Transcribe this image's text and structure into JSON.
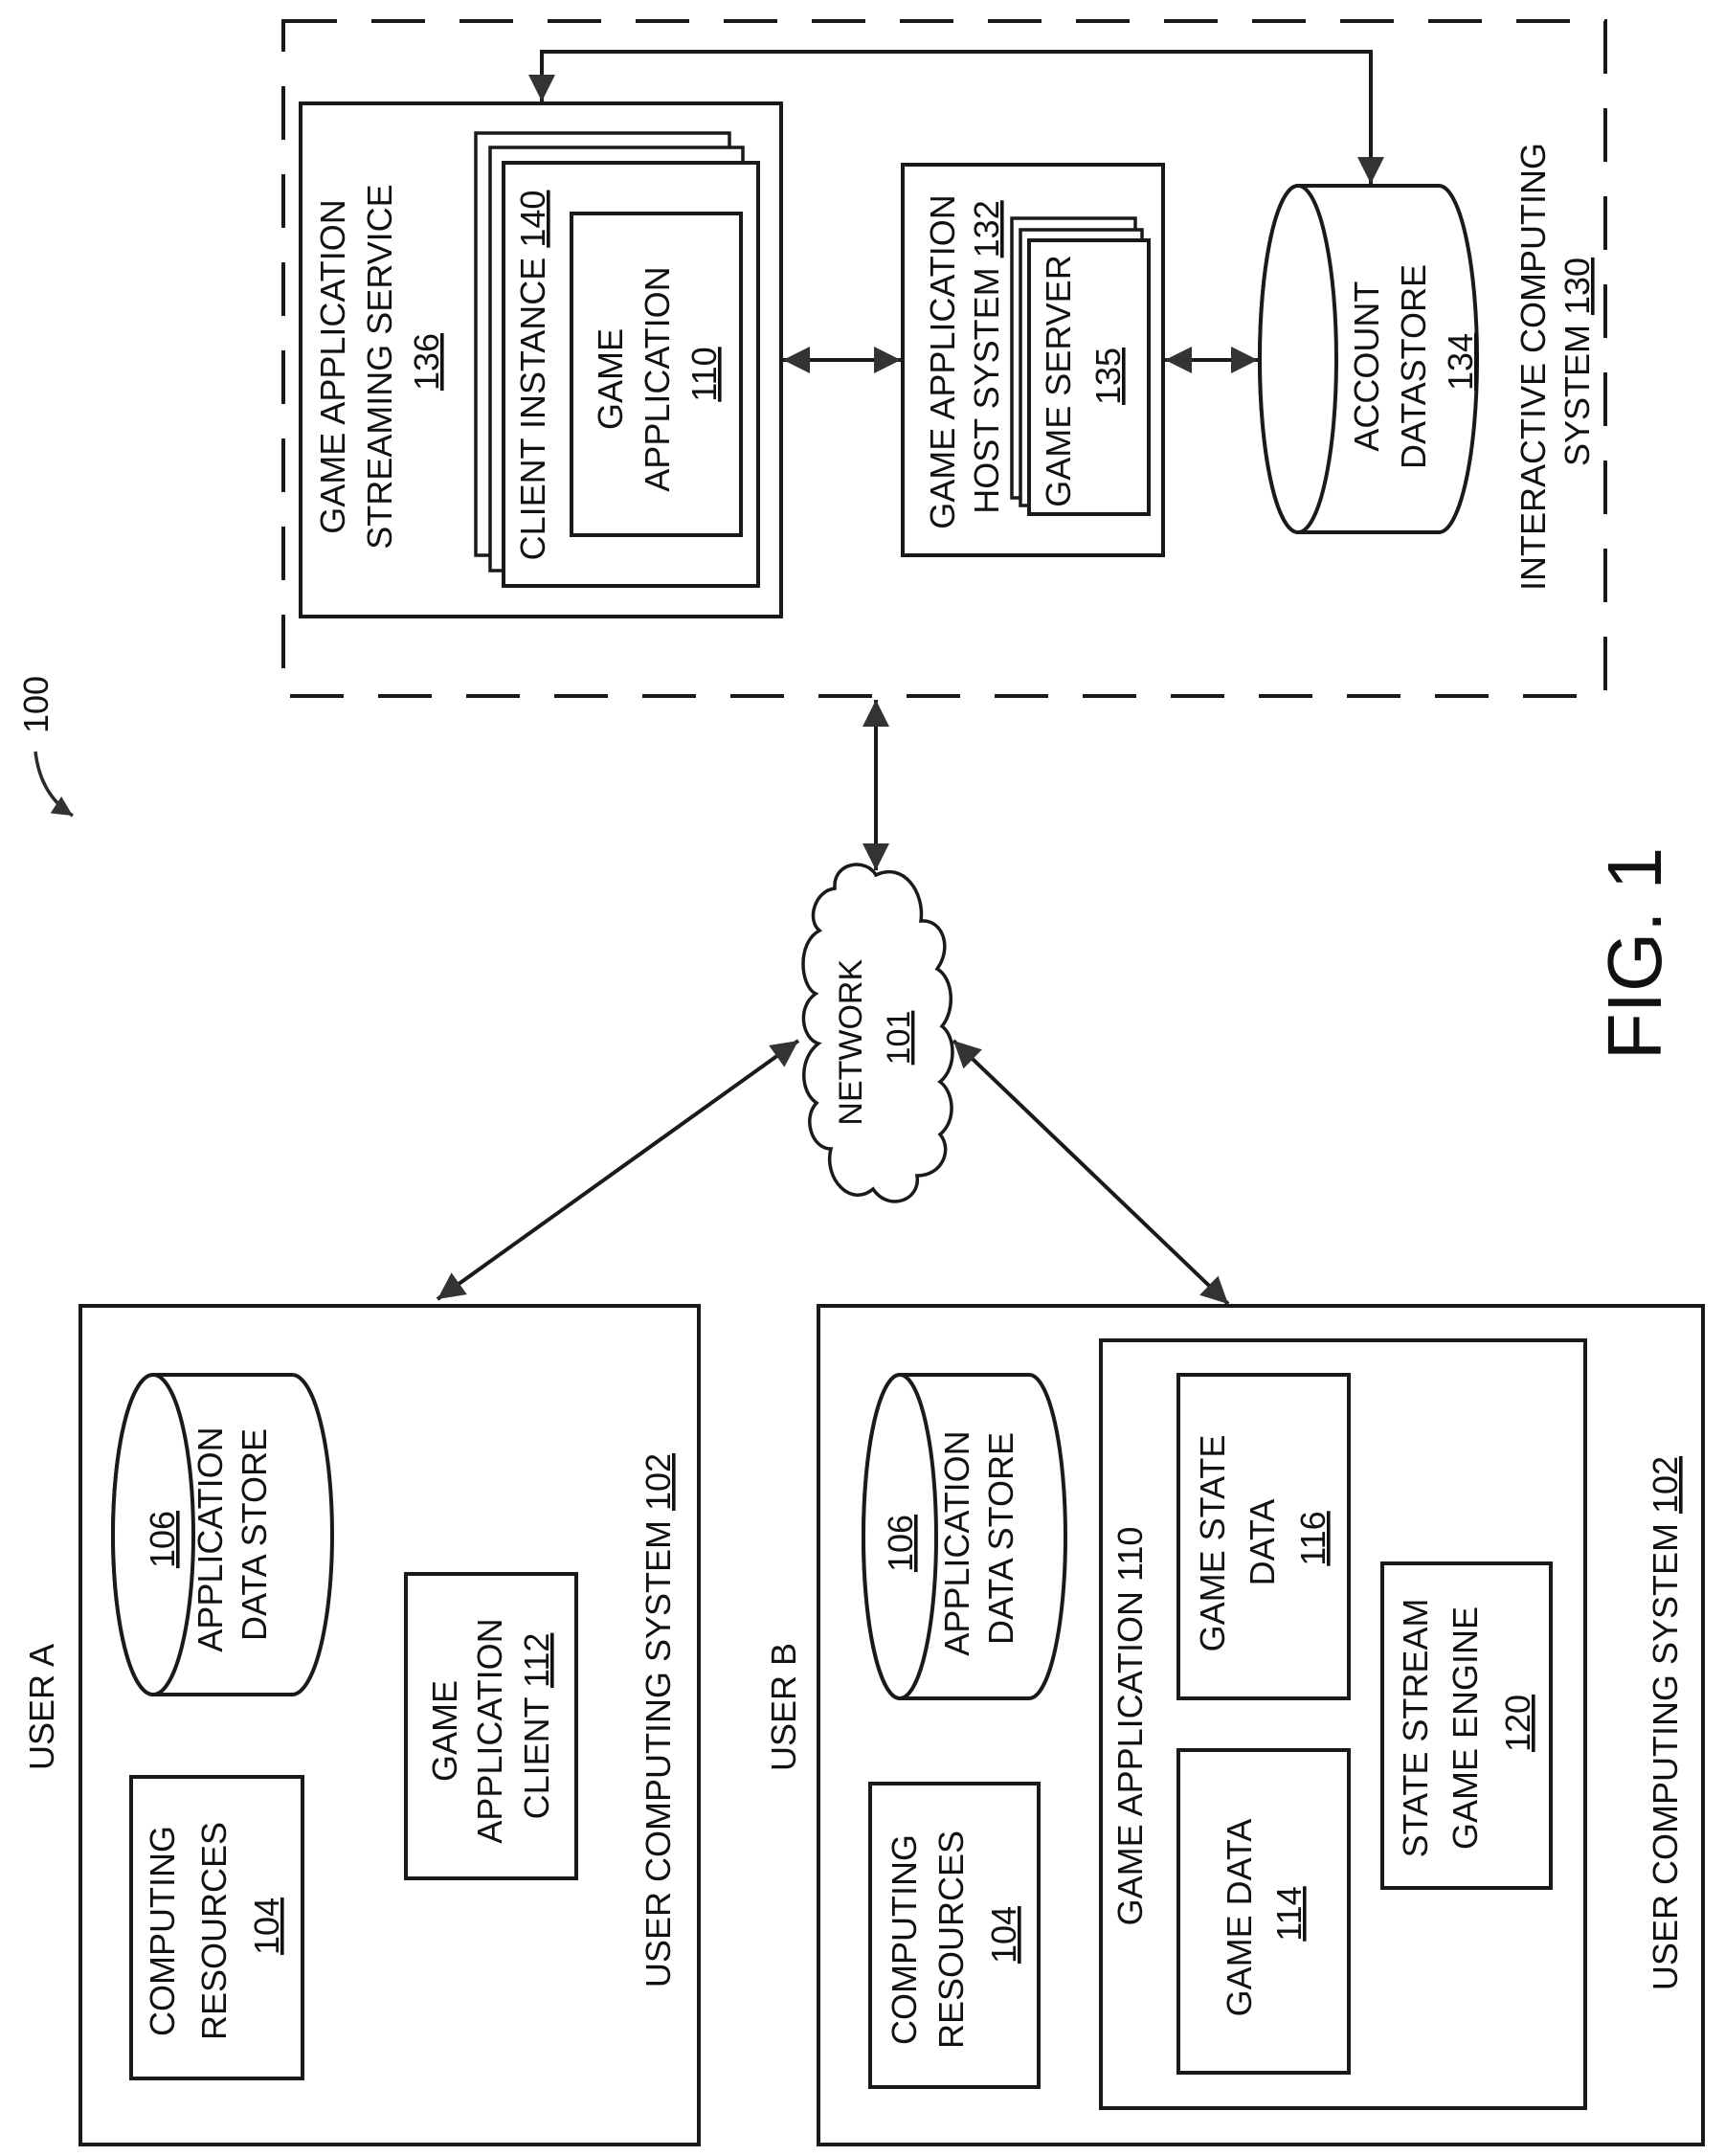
{
  "figure": {
    "reference": "100",
    "caption": "FIG. 1"
  },
  "interactive_computing_system": {
    "label_line1": "INTERACTIVE COMPUTING",
    "label_line2_text": "SYSTEM ",
    "label_line2_num": "130"
  },
  "streaming_service": {
    "line1": "GAME APPLICATION",
    "line2": "STREAMING SERVICE",
    "num": "136"
  },
  "client_instance": {
    "text": "CLIENT INSTANCE ",
    "num": "140",
    "game_application": {
      "line1": "GAME",
      "line2": "APPLICATION",
      "num": "110"
    }
  },
  "host_system": {
    "line1": "GAME APPLICATION",
    "line2_text": "HOST SYSTEM ",
    "line2_num": "132"
  },
  "game_server": {
    "line1": "GAME SERVER",
    "num": "135"
  },
  "account_datastore": {
    "line1": "ACCOUNT",
    "line2": "DATASTORE",
    "num": "134"
  },
  "network": {
    "line1": "NETWORK",
    "num": "101"
  },
  "user_a": {
    "label": "USER A",
    "system_text": "USER COMPUTING SYSTEM ",
    "system_num": "102",
    "data_store": {
      "num": "106",
      "line1": "APPLICATION",
      "line2": "DATA STORE"
    },
    "computing_resources": {
      "line1": "COMPUTING",
      "line2": "RESOURCES",
      "num": "104"
    },
    "game_client": {
      "line1": "GAME",
      "line2": "APPLICATION",
      "line3_text": "CLIENT ",
      "line3_num": "112"
    }
  },
  "user_b": {
    "label": "USER B",
    "system_text": "USER COMPUTING SYSTEM ",
    "system_num": "102",
    "data_store": {
      "num": "106",
      "line1": "APPLICATION",
      "line2": "DATA STORE"
    },
    "computing_resources": {
      "line1": "COMPUTING",
      "line2": "RESOURCES",
      "num": "104"
    },
    "game_application": {
      "label": "GAME APPLICATION 110",
      "game_state_data": {
        "line1": "GAME STATE",
        "line2": "DATA",
        "num": "116"
      },
      "game_data": {
        "line1": "GAME DATA",
        "num": "114"
      },
      "state_stream_engine": {
        "line1": "STATE STREAM",
        "line2": "GAME ENGINE",
        "num": "120"
      }
    }
  }
}
